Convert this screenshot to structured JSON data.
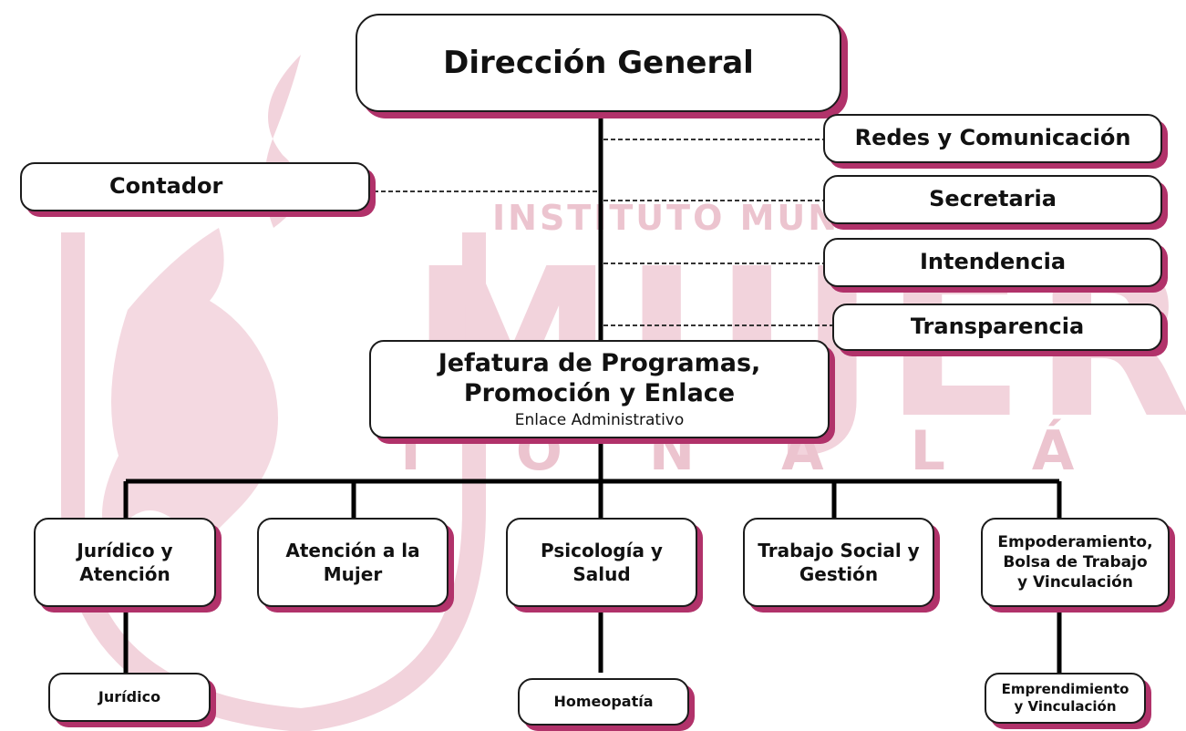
{
  "watermark": {
    "institution": "INSTITUTO MUNIC",
    "brand": "MUJER",
    "city": "TONALÁ"
  },
  "colors": {
    "accent": "#b1326a",
    "watermark": "#efc9d3",
    "text": "#111111"
  },
  "nodes": {
    "direccion": {
      "title": "Dirección General"
    },
    "redes": {
      "title": "Redes y Comunicación"
    },
    "contador": {
      "title": "Contador"
    },
    "secretaria": {
      "title": "Secretaria"
    },
    "intendencia": {
      "title": "Intendencia"
    },
    "transparencia": {
      "title": "Transparencia"
    },
    "jefatura": {
      "title_line1": "Jefatura de Programas,",
      "title_line2": "Promoción y Enlace",
      "subtitle": "Enlace Administrativo"
    },
    "juridico_atencion": {
      "line1": "Jurídico y",
      "line2": "Atención"
    },
    "atencion_mujer": {
      "line1": "Atención a la",
      "line2": "Mujer"
    },
    "psicologia": {
      "line1": "Psicología y",
      "line2": "Salud"
    },
    "trabajo_social": {
      "line1": "Trabajo Social y",
      "line2": "Gestión"
    },
    "empoderamiento": {
      "line1": "Empoderamiento,",
      "line2": "Bolsa de Trabajo",
      "line3": "y Vinculación"
    },
    "juridico": {
      "title": "Jurídico"
    },
    "homeopatia": {
      "title": "Homeopatía"
    },
    "emprendimiento": {
      "line1": "Emprendimiento",
      "line2": "y Vinculación"
    }
  }
}
